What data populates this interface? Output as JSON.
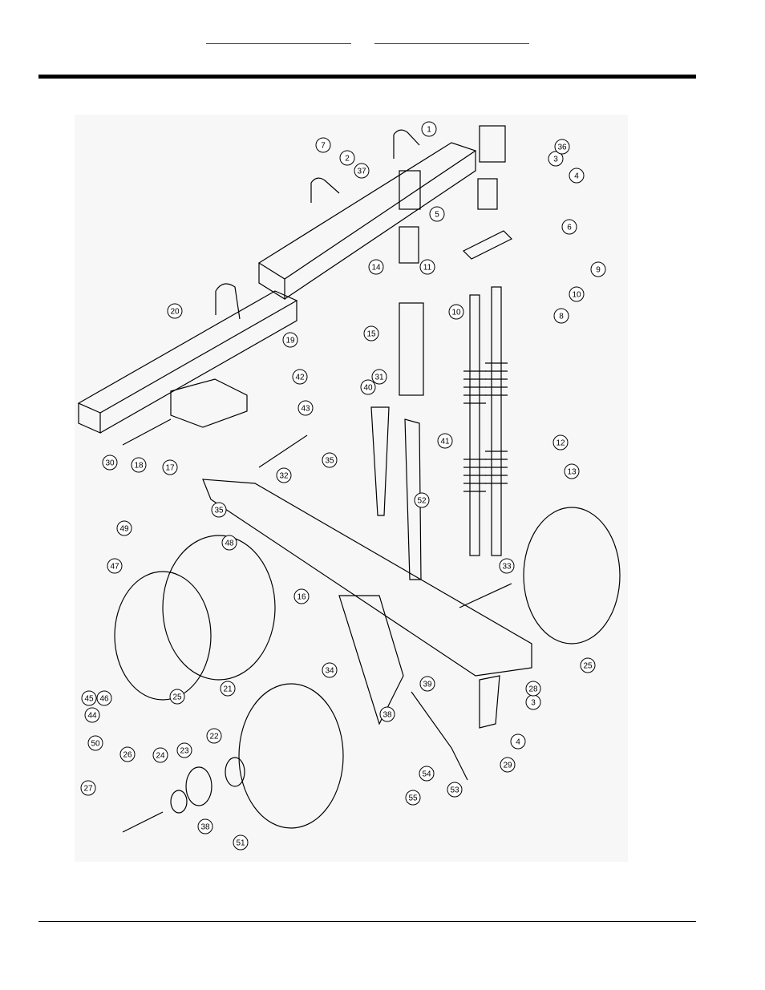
{
  "header": {
    "links": [
      {
        "label": ""
      },
      {
        "label": ""
      }
    ]
  },
  "figure": {
    "part_callouts": [
      "1",
      "2",
      "3",
      "4",
      "5",
      "6",
      "7",
      "8",
      "9",
      "10",
      "11",
      "12",
      "13",
      "14",
      "15",
      "16",
      "17",
      "18",
      "19",
      "20",
      "21",
      "22",
      "23",
      "24",
      "25",
      "26",
      "27",
      "28",
      "29",
      "30",
      "31",
      "32",
      "33",
      "34",
      "35",
      "36",
      "37",
      "38",
      "39",
      "40",
      "41",
      "42",
      "43",
      "44",
      "45",
      "46",
      "47",
      "48",
      "49",
      "50",
      "51",
      "52",
      "53",
      "54",
      "55"
    ]
  }
}
